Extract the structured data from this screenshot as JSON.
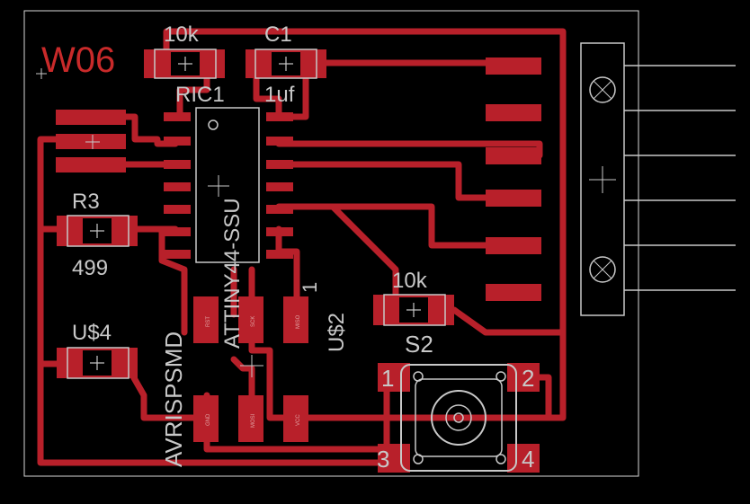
{
  "board": {
    "name": "W06"
  },
  "colors": {
    "background": "#000000",
    "copper": "#b8202a",
    "silk": "#c8c8c8",
    "outline": "#d8d8d8",
    "label_red": "#c92a2a",
    "pad_text": "#e0a0a0"
  },
  "components": {
    "r_top": {
      "value": "10k"
    },
    "c1": {
      "name": "C1",
      "value": "1uf"
    },
    "ic1": {
      "name": "RIC1",
      "part": "ATTINY44-SSU"
    },
    "r3": {
      "name": "R3",
      "value": "499"
    },
    "u4": {
      "name": "U$4"
    },
    "r_mid": {
      "value": "10k"
    },
    "s2": {
      "name": "S2"
    },
    "u2": {
      "name": "U$2",
      "pin_label": "1"
    },
    "isp": {
      "name": "AVRISPSMD"
    }
  },
  "switch_pins": [
    "1",
    "2",
    "3",
    "4"
  ],
  "isp_pin_labels": [
    "RST",
    "SCK",
    "MISO",
    "GND",
    "MOSI",
    "VCC"
  ]
}
